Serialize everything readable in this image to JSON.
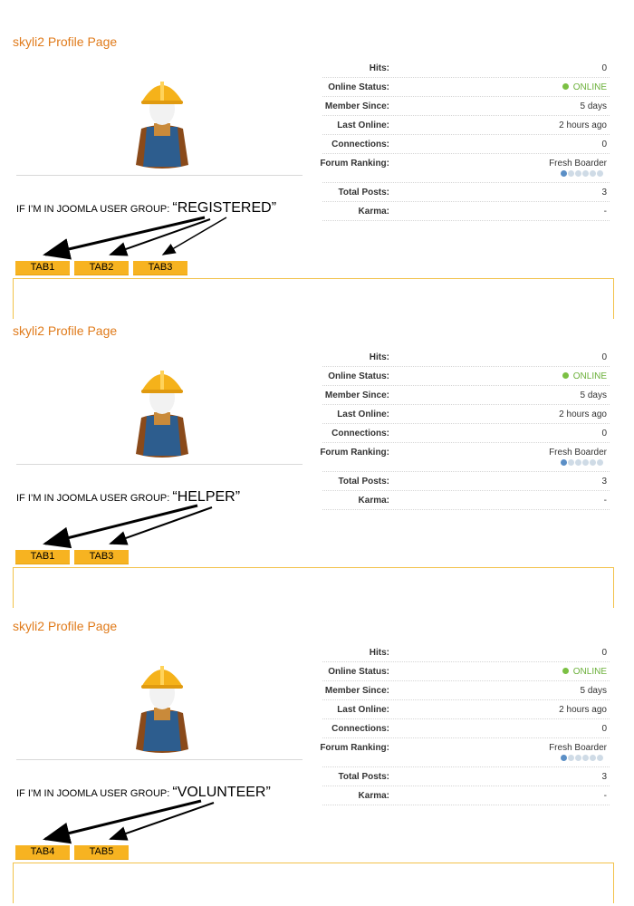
{
  "sections": [
    {
      "page_title": "skyli2 Profile Page",
      "group_prefix": "IF I’M IN JOOMLA USER GROUP:",
      "group_name": "“REGISTERED”",
      "tabs": [
        "TAB1",
        "TAB2",
        "TAB3"
      ]
    },
    {
      "page_title": "skyli2 Profile Page",
      "group_prefix": "IF I’M IN JOOMLA USER GROUP:",
      "group_name": "“HELPER”",
      "tabs": [
        "TAB1",
        "TAB3"
      ]
    },
    {
      "page_title": "skyli2 Profile Page",
      "group_prefix": "IF I’M IN JOOMLA USER GROUP:",
      "group_name": "“VOLUNTEER”",
      "tabs": [
        "TAB4",
        "TAB5"
      ]
    }
  ],
  "stats": {
    "hits_label": "Hits:",
    "hits_value": "0",
    "online_label": "Online Status:",
    "online_value": "ONLINE",
    "member_label": "Member Since:",
    "member_value": "5 days",
    "last_label": "Last Online:",
    "last_value": "2 hours ago",
    "connections_label": "Connections:",
    "connections_value": "0",
    "ranking_label": "Forum Ranking:",
    "ranking_value": "Fresh Boarder",
    "ranking_level": 1,
    "ranking_max": 6,
    "posts_label": "Total Posts:",
    "posts_value": "3",
    "karma_label": "Karma:",
    "karma_value": "-"
  },
  "colors": {
    "title": "#e07b1b",
    "tab_bg": "#f7b321",
    "online": "#6bb03a",
    "panel_border": "#f2c24a"
  },
  "avatar_icon": "construction-worker-avatar-icon"
}
